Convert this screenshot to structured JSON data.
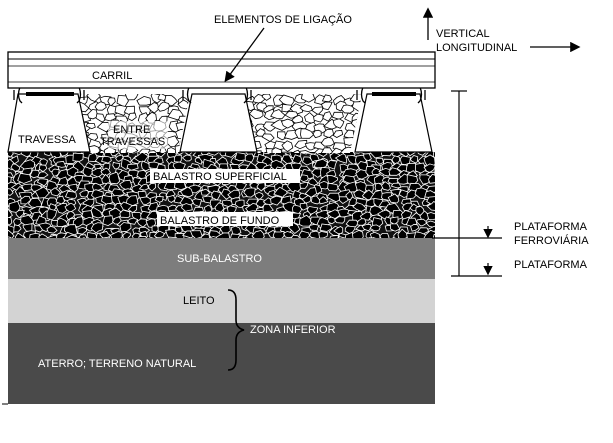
{
  "labels": {
    "elementos_ligacao": "ELEMENTOS DE LIGAÇÃO",
    "vertical": "VERTICAL",
    "longitudinal": "LONGITUDINAL",
    "carril": "CARRIL",
    "travessa": "TRAVESSA",
    "entre_1": "ENTRE",
    "entre_2": "TRAVESSAS",
    "balastro_superficial": "BALASTRO SUPERFICIAL",
    "balastro_fundo": "BALASTRO DE FUNDO",
    "sub_balastro": "SUB-BALASTRO",
    "leito": "LEITO",
    "zona_inferior": "ZONA INFERIOR",
    "aterro": "ATERRO; TERRENO NATURAL",
    "plataforma_ferroviaria_1": "PLATAFORMA",
    "plataforma_ferroviaria_2": "FERROVIÁRIA",
    "plataforma": "PLATAFORMA"
  },
  "colors": {
    "sub_balastro": "#7d7d7d",
    "leito": "#d3d3d3",
    "aterro": "#4a4a4a",
    "ballast_dark": "#000000",
    "ballast_light": "#ffffff"
  }
}
